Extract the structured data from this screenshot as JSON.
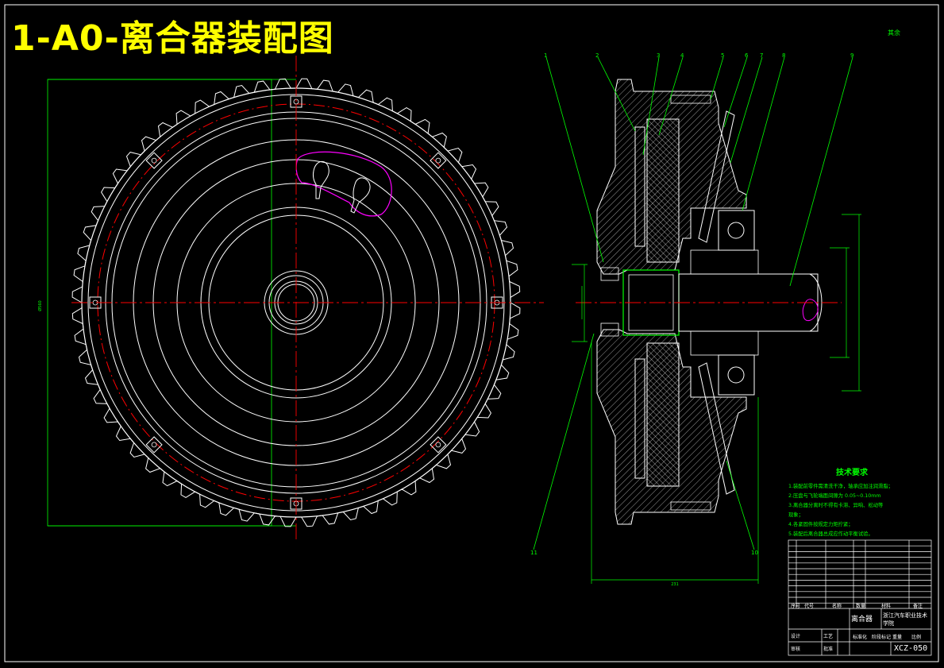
{
  "title": "1-A0-离合器装配图",
  "roughness_note": "其余",
  "technical_requirements": {
    "title": "技术要求",
    "items": [
      "1.装配前零件需清洗干净，轴承应加注润滑脂；",
      "2.压盘与飞轮端面间隙为 0.05~0.10mm",
      "3.离合器分离时不得有卡滞、异响、松动等",
      "现象；",
      "4.各紧固件按规定力矩拧紧；",
      "5.装配后离合器总成应作动平衡试验。"
    ]
  },
  "callouts": [
    "1",
    "2",
    "3",
    "4",
    "5",
    "6",
    "7",
    "8",
    "9",
    "10",
    "11"
  ],
  "title_block": {
    "part_name": "离合器",
    "drawing_code": "XCZ-050",
    "school": "浙江汽车职业技术学院",
    "header_labels": [
      "序号",
      "代号",
      "名称",
      "数量",
      "材料",
      "备注"
    ],
    "sign_labels": [
      "设计",
      "审核",
      "工艺",
      "批准"
    ],
    "meta_labels": [
      "标准化",
      "阶段标记",
      "重量",
      "比例"
    ]
  },
  "colors": {
    "background": "#000000",
    "outline": "#ffffff",
    "centerline": "#ff0000",
    "leader": "#00ff00",
    "title": "#ffff00",
    "spline": "#ff00ff"
  }
}
